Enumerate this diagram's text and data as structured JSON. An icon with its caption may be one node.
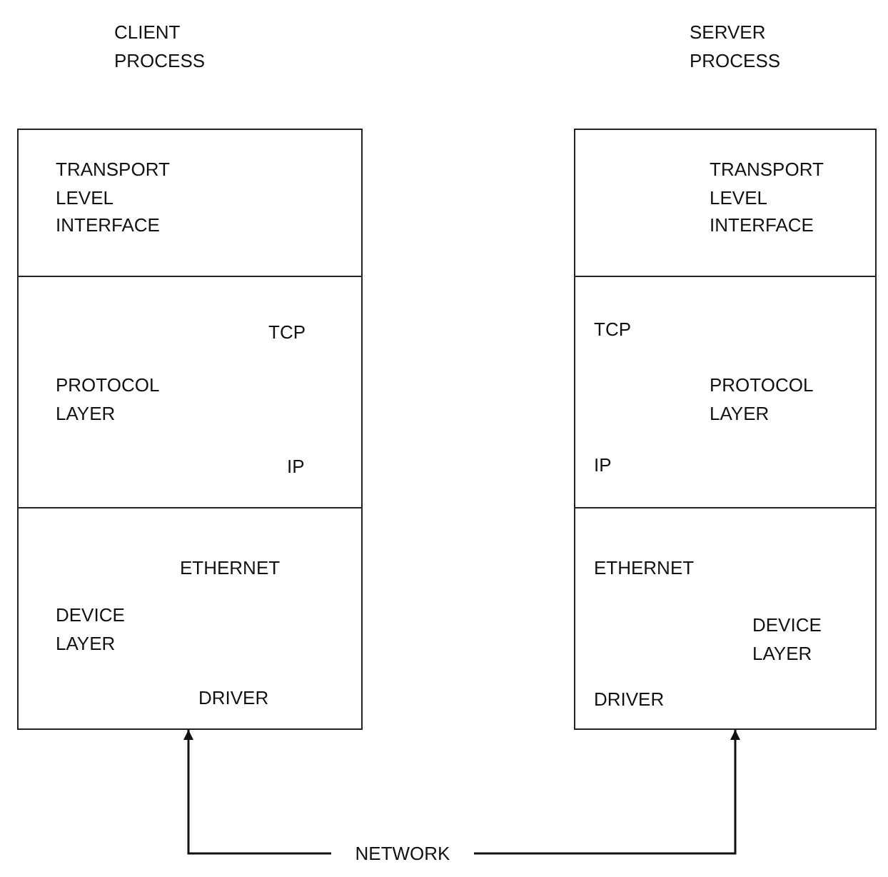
{
  "diagram": {
    "nodes": [
      {
        "text": [
          "TRANSPORT LEVEL INTERFACE"
        ]
      },
      {
        "text": [
          "TCP",
          "PROTOCOL LAYER",
          "IP"
        ]
      },
      {
        "text": [
          "ETHERNET",
          "DEVICE LAYER",
          "DRIVER"
        ]
      },
      {
        "text": [
          "TRANSPORT LEVEL INTERFACE"
        ]
      },
      {
        "text": [
          "TCP",
          "PROTOCOL LAYER",
          "IP"
        ]
      },
      {
        "text": [
          "ETHERNET",
          "DEVICE LAYER",
          "DRIVER"
        ]
      },
      {
        "text": [
          "NETWORK"
        ]
      }
    ],
    "edges": [
      {
        "from": 6,
        "to": 2,
        "arrow": "to"
      },
      {
        "from": 6,
        "to": 5,
        "arrow": "to"
      }
    ],
    "labels": [
      "CLIENT PROCESS",
      "SERVER PROCESS"
    ]
  }
}
